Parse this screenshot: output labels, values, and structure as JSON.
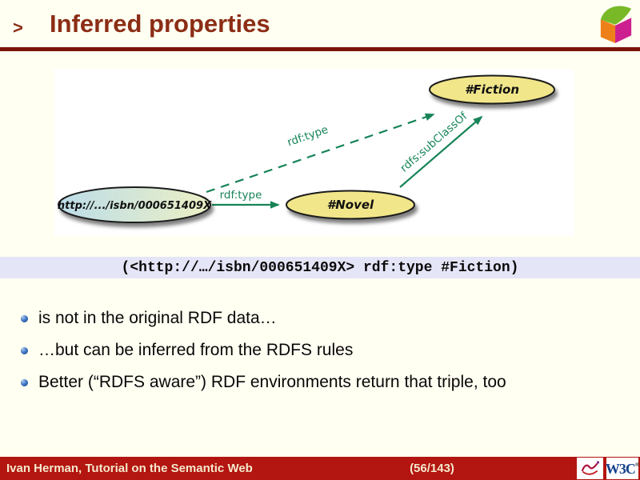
{
  "slide": {
    "title_marker": ">",
    "title": "Inferred properties",
    "colors": {
      "background": "#FFFFF2",
      "title": "#8C2D15",
      "rule": "#7A1408"
    }
  },
  "diagram": {
    "nodes": [
      {
        "label": "http://.../isbn/000651409X",
        "kind": "resource"
      },
      {
        "label": "#Novel",
        "kind": "class"
      },
      {
        "label": "#Fiction",
        "kind": "class"
      }
    ],
    "edges": [
      {
        "label": "rdf:type",
        "from": "http://.../isbn/000651409X",
        "to": "#Novel",
        "style": "solid"
      },
      {
        "label": "rdfs:subClassOf",
        "from": "#Novel",
        "to": "#Fiction",
        "style": "solid"
      },
      {
        "label": "rdf:type",
        "from": "http://.../isbn/000651409X",
        "to": "#Fiction",
        "style": "dashed"
      }
    ],
    "colors": {
      "edge": "#178457",
      "class_fill": "#F1E68A",
      "resource_fill_left": "#BCDDE9",
      "resource_fill_right": "#ECEFC4"
    }
  },
  "statement": {
    "text": "(<http://…/isbn/000651409X> rdf:type #Fiction)",
    "background": "#E5E5F8"
  },
  "bullets": [
    {
      "text": "is not in the original RDF data…"
    },
    {
      "text": "…but can be inferred from the RDFS rules"
    },
    {
      "text": "Better (“RDFS aware”) RDF environments return that triple, too"
    }
  ],
  "footer": {
    "author": "Ivan Herman, Tutorial on the Semantic Web",
    "page": "(56/143)",
    "w3c_label": "W3C",
    "w3c_reg": "®",
    "background": "#B31510"
  }
}
